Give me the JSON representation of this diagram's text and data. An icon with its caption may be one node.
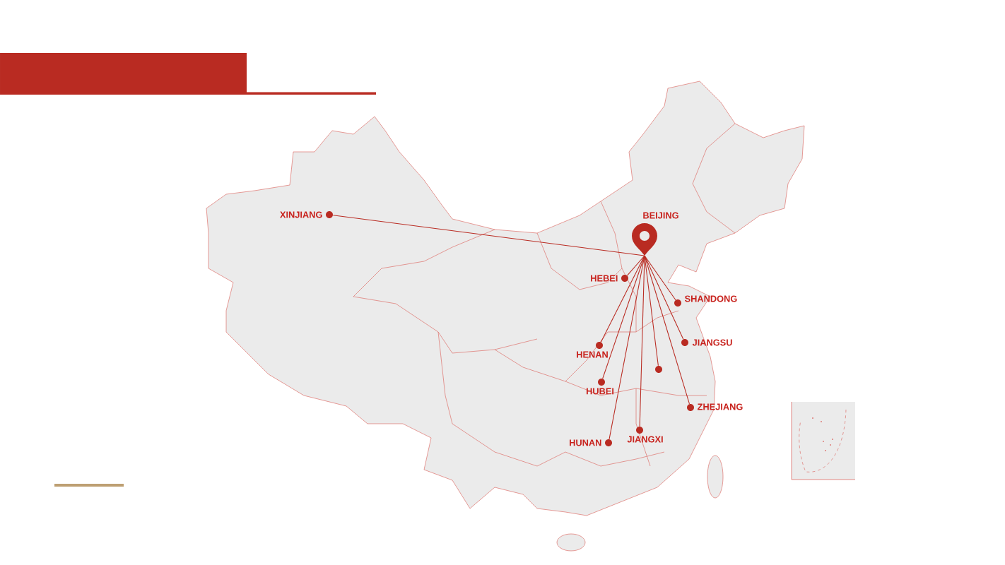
{
  "diagram": {
    "nodes": [
      {
        "text": [
          "BEIJING"
        ]
      },
      {
        "text": [
          "XINJIANG"
        ]
      },
      {
        "text": [
          "HEBEI"
        ]
      },
      {
        "text": [
          "SHANDONG"
        ]
      },
      {
        "text": [
          "HENAN"
        ]
      },
      {
        "text": [
          "JIANGSU"
        ]
      },
      {
        "text": [],
        "shape": "circle"
      },
      {
        "text": [
          "HUBEI"
        ]
      },
      {
        "text": [
          "ZHEJIANG"
        ]
      },
      {
        "text": [
          "JIANGXI"
        ]
      },
      {
        "text": [
          "HUNAN"
        ]
      }
    ],
    "edges": [
      {
        "from": 0,
        "to": 1,
        "arrow": "none"
      },
      {
        "from": 0,
        "to": 2,
        "arrow": "none"
      },
      {
        "from": 0,
        "to": 3,
        "arrow": "none"
      },
      {
        "from": 0,
        "to": 4,
        "arrow": "none"
      },
      {
        "from": 0,
        "to": 5,
        "arrow": "none"
      },
      {
        "from": 0,
        "to": 6,
        "arrow": "none"
      },
      {
        "from": 0,
        "to": 7,
        "arrow": "none"
      },
      {
        "from": 0,
        "to": 8,
        "arrow": "none"
      },
      {
        "from": 0,
        "to": 9,
        "arrow": "none"
      },
      {
        "from": 0,
        "to": 10,
        "arrow": "none"
      }
    ]
  }
}
